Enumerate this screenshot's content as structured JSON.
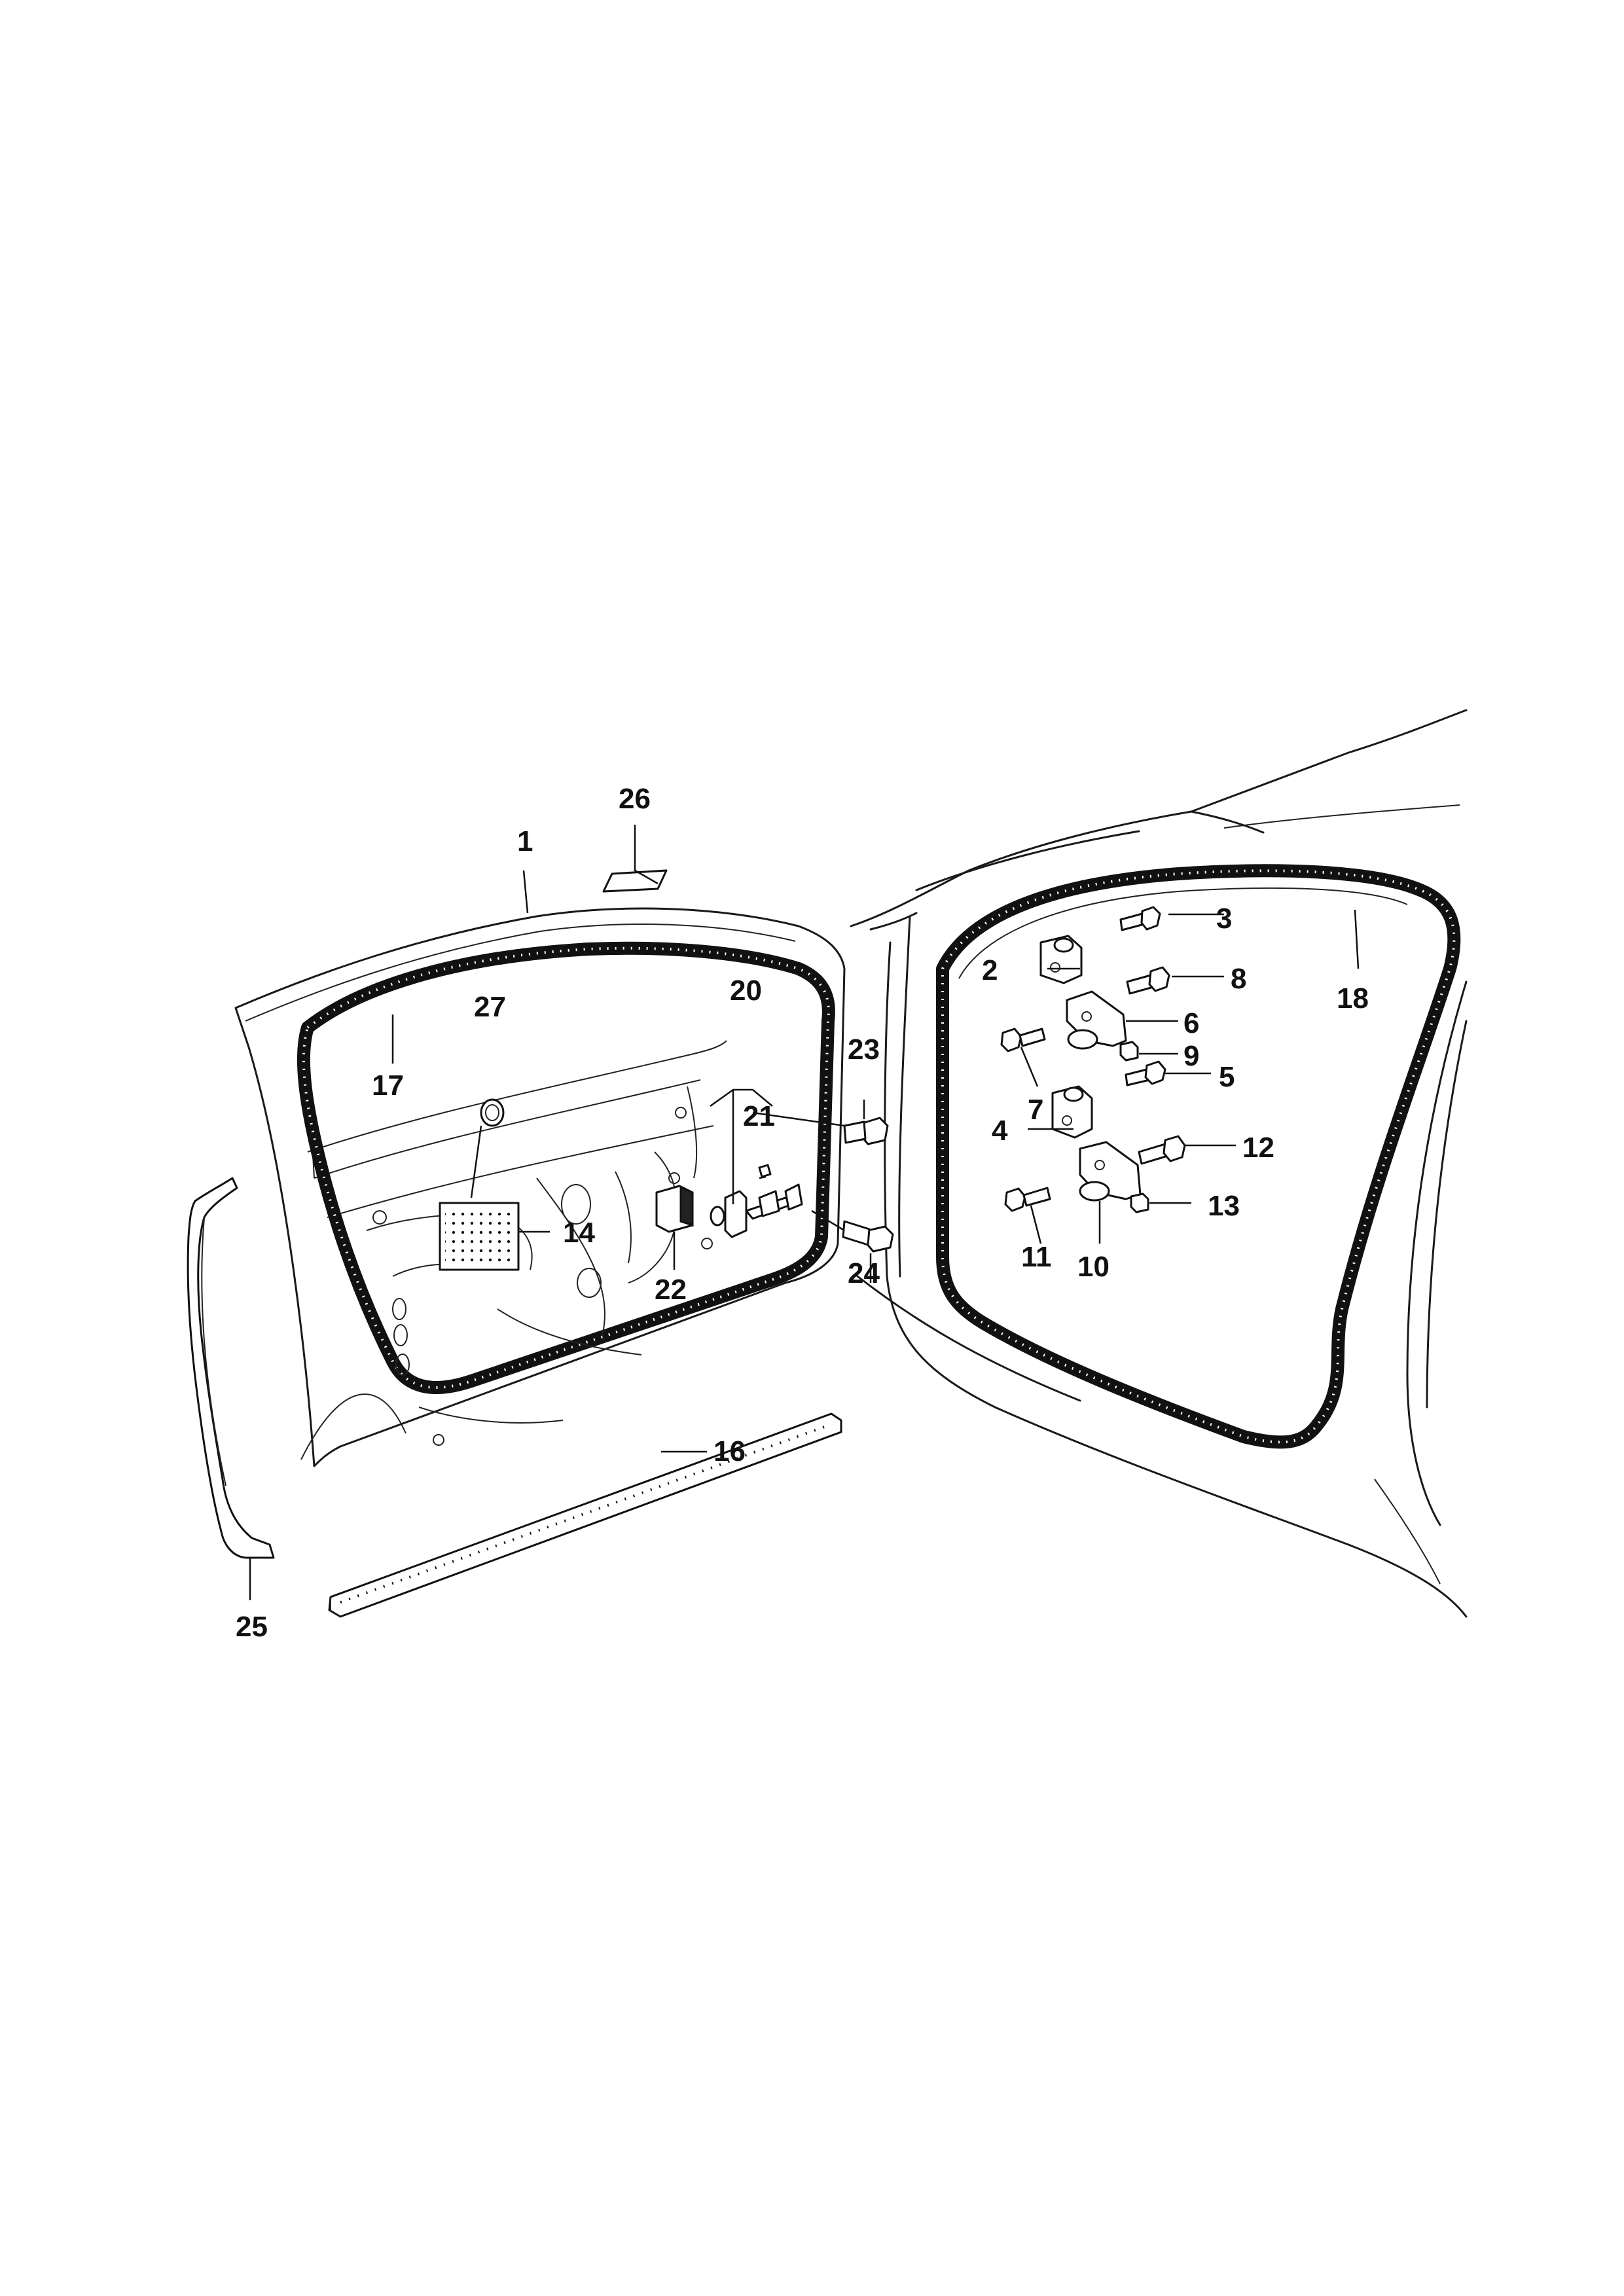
{
  "callouts": {
    "c1": "1",
    "c2": "2",
    "c3": "3",
    "c4": "4",
    "c5": "5",
    "c6": "6",
    "c7": "7",
    "c8": "8",
    "c9": "9",
    "c10": "10",
    "c11": "11",
    "c12": "12",
    "c13": "13",
    "c14": "14",
    "c16": "16",
    "c17": "17",
    "c18": "18",
    "c20": "20",
    "c21": "21",
    "c22": "22",
    "c23": "23",
    "c24": "24",
    "c25": "25",
    "c26": "26",
    "c27": "27"
  }
}
